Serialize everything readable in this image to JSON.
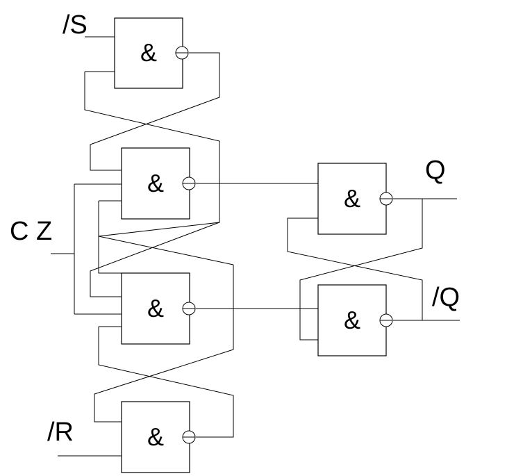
{
  "signals": {
    "set_bar": "/S",
    "clock": "C Z",
    "reset_bar": "/R",
    "q": "Q",
    "q_bar": "/Q"
  },
  "gate_symbol": "&",
  "gates": [
    {
      "id": "gate-top",
      "symbol": "&"
    },
    {
      "id": "gate-upper-mid",
      "symbol": "&"
    },
    {
      "id": "gate-lower-mid",
      "symbol": "&"
    },
    {
      "id": "gate-bottom",
      "symbol": "&"
    },
    {
      "id": "gate-output-q",
      "symbol": "&"
    },
    {
      "id": "gate-output-qbar",
      "symbol": "&"
    }
  ]
}
